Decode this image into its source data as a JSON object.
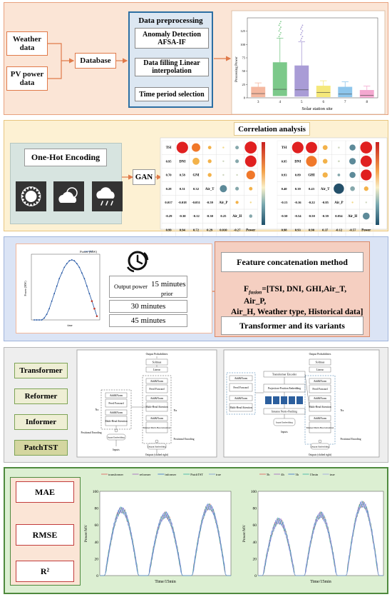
{
  "sec1": {
    "weather": "Weather data",
    "pv": "PV power data",
    "database": "Database",
    "pre_title": "Data preprocessing",
    "anomaly": "Anomaly Detection AFSA-IF",
    "filling": "Data filling Linear interpolation",
    "timesel": "Time period selection"
  },
  "sec2": {
    "onehot": "One-Hot Encoding",
    "gan": "GAN",
    "corr_title": "Correlation analysis",
    "corr_vars": [
      "TSI",
      "DNI",
      "GHI",
      "Air_T",
      "Air_P",
      "Air_H",
      "Power"
    ],
    "left_matrix": [
      [
        "TSI",
        "",
        "",
        "",
        "",
        "",
        ""
      ],
      [
        "0.95",
        "DNI",
        "",
        "",
        "",
        "",
        ""
      ],
      [
        "0.70",
        "0.58",
        "GNI",
        "",
        "",
        "",
        ""
      ],
      [
        "0.28",
        "0.31",
        "0.32",
        "Air_T",
        "",
        "",
        ""
      ],
      [
        "0.017",
        "-0.018",
        "-0.051",
        "-0.59",
        "Air_P",
        "",
        ""
      ],
      [
        "-0.29",
        "-0.30",
        "-0.12",
        "-0.30",
        "0.25",
        "Air_H",
        ""
      ],
      [
        "0.99",
        "0.94",
        "0.72",
        "0.29",
        "0.010",
        "-0.27",
        "Power"
      ]
    ],
    "right_matrix": [
      [
        "TSI",
        "",
        "",
        "",
        "",
        "",
        ""
      ],
      [
        "0.95",
        "DNI",
        "",
        "",
        "",
        "",
        ""
      ],
      [
        "0.93",
        "0.89",
        "GHI",
        "",
        "",
        "",
        ""
      ],
      [
        "0.40",
        "0.39",
        "0.43",
        "Air_T",
        "",
        "",
        ""
      ],
      [
        "-0.15",
        "-0.16",
        "-0.22",
        "-0.85",
        "Air_P",
        "",
        ""
      ],
      [
        "-0.50",
        "-0.54",
        "-0.50",
        "-0.39",
        "0.054",
        "Air_H",
        ""
      ],
      [
        "0.98",
        "0.93",
        "0.90",
        "0.37",
        "-0.12",
        "-0.57",
        "Power"
      ]
    ]
  },
  "sec3": {
    "legend": "Power (MW)",
    "xlabel": "time",
    "ylabel": "Power (MW)",
    "output_label": "Output power",
    "m15": "15 minutes",
    "prior": "prior",
    "m30": "30 minutes",
    "m45": "45 minutes",
    "feature_method": "Feature concatenation method",
    "ffusion_prefix": "F",
    "ffusion_sub": "fusion",
    "ffusion_line1": "=[TSI, DNI, GHI,Air_T, Air_P,",
    "ffusion_line2": "Air_H, Weather type, Historical data]",
    "transformer_variants": "Transformer  and its variants"
  },
  "sec4": {
    "models": [
      "Transformer",
      "Reformer",
      "Informer",
      "PatchTST"
    ],
    "t_output_prob": "Output Probabilities",
    "t_softmax": "Softmax",
    "t_linear": "Linear",
    "t_addnorm": "Add&Norm",
    "t_ff": "Feed Forward",
    "t_mha": "Multi-Head Attention",
    "t_masked": "Masked Multi-Head Attention",
    "t_pe": "Positional Encoding",
    "t_input_emb": "Input Embedding",
    "t_output_emb": "Output Embedding",
    "t_inputs": "Inputs",
    "t_outputs": "Outputs (shifted right)",
    "t_nx": "Nx",
    "p_encoder": "Transformer Encoder",
    "p_proj": "Projection+Position Embedding",
    "p_patching": "Instance Norm+Patching"
  },
  "sec5": {
    "metrics": [
      "MAE",
      "RMSE",
      "R²"
    ],
    "c1_legend": [
      "transformer",
      "reformer",
      "informer",
      "PatchTST",
      "true"
    ],
    "c2_legend": [
      "5h",
      "4h",
      "3h",
      "15min",
      "true"
    ],
    "xlabel": "Time/15min",
    "ylabel": "Power/MV",
    "yticks": [
      "0",
      "20",
      "40",
      "60",
      "80",
      "100"
    ]
  },
  "colors": {
    "s1_bg": "#fbe5d6",
    "s2_bg": "#fdf1d3",
    "s3_bg": "#dbe4f5",
    "s4_bg": "#eeeeee",
    "s5_bg": "#dcefd2",
    "orange": "#e07a4a",
    "blue_border": "#2c6fa3",
    "pre_bg": "#dce7f2"
  },
  "chart_data": [
    {
      "type": "box",
      "ylabel": "Processing Power",
      "xlabel": "Solar station site",
      "categories": [
        "3",
        "4",
        "5",
        "6",
        "7",
        "8"
      ],
      "ylim": [
        0,
        150
      ],
      "yticks": [
        0,
        25,
        50,
        75,
        100,
        125
      ],
      "boxes": [
        {
          "q1": 2,
          "median": 8,
          "q3": 20,
          "whisker_high": 28,
          "color": "#f5b8a0"
        },
        {
          "q1": 4,
          "median": 16,
          "q3": 66,
          "whisker_high": 112,
          "color": "#7cc98a"
        },
        {
          "q1": 3,
          "median": 15,
          "q3": 60,
          "whisker_high": 105,
          "color": "#a99cd6"
        },
        {
          "q1": 2,
          "median": 10,
          "q3": 22,
          "whisker_high": 32,
          "color": "#f5e87a"
        },
        {
          "q1": 2,
          "median": 7,
          "q3": 20,
          "whisker_high": 30,
          "color": "#8ec6ec"
        },
        {
          "q1": 1,
          "median": 5,
          "q3": 14,
          "whisker_high": 22,
          "color": "#f4a8d0"
        }
      ]
    },
    {
      "type": "line",
      "series": [
        {
          "name": "Power (MW)",
          "values": [
            0,
            0,
            0,
            0,
            1,
            3,
            6,
            10,
            14,
            18,
            22,
            25,
            28,
            30,
            31.5,
            32,
            31.5,
            30,
            28,
            25,
            22,
            18,
            14,
            10,
            6,
            2
          ]
        }
      ]
    },
    {
      "type": "line",
      "ylim": [
        0,
        100
      ],
      "series": [
        {
          "name": "transformer"
        },
        {
          "name": "reformer"
        },
        {
          "name": "informer"
        },
        {
          "name": "PatchTST"
        },
        {
          "name": "true"
        }
      ],
      "peaks": [
        78,
        72,
        82
      ]
    },
    {
      "type": "line",
      "ylim": [
        0,
        100
      ],
      "series": [
        {
          "name": "5h"
        },
        {
          "name": "4h"
        },
        {
          "name": "3h"
        },
        {
          "name": "15min"
        },
        {
          "name": "true"
        }
      ],
      "peaks": [
        65,
        72,
        85
      ]
    }
  ]
}
